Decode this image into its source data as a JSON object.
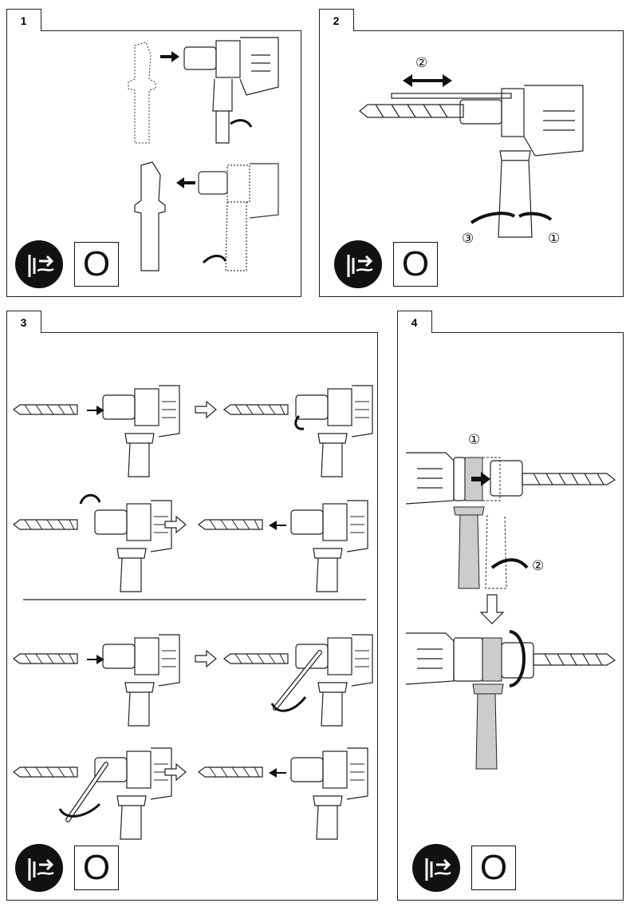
{
  "panels": [
    {
      "number": "1",
      "symbol_letter": "O"
    },
    {
      "number": "2",
      "symbol_letter": "O",
      "callouts": [
        "②",
        "③",
        "①"
      ]
    },
    {
      "number": "3",
      "symbol_letter": "O"
    },
    {
      "number": "4",
      "symbol_letter": "O",
      "callouts": [
        "①",
        "②"
      ]
    }
  ],
  "icons": {
    "unplug": "unplug-before-service-icon",
    "drill": "hammer-drill-icon",
    "handle": "side-handle-icon",
    "bit": "drill-bit-icon",
    "key": "chuck-key-icon"
  }
}
